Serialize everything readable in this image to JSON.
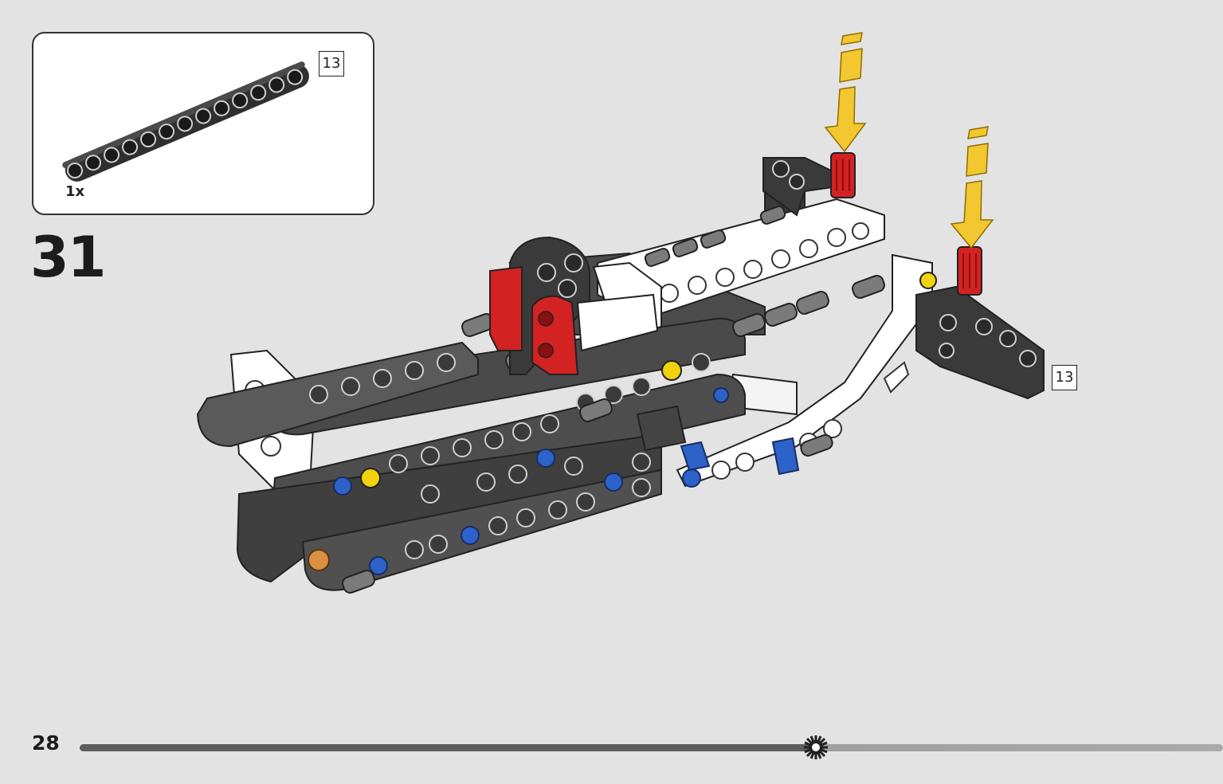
{
  "parts_box": {
    "length_label": "13",
    "quantity": "1x"
  },
  "step": {
    "number": "31",
    "part_length_label": "13"
  },
  "footer": {
    "page_number": "28",
    "progress": 0.644
  },
  "colors": {
    "background": "#e3e3e3",
    "beam_dark": "#3a3a3a",
    "beam_white": "#ffffff",
    "pin_red": "#d32222",
    "axle_blue": "#2c62c9",
    "pin_yellow": "#f1d20b",
    "arrow_yellow": "#f2c730"
  },
  "icons": {
    "progress_marker": "gear-icon",
    "placement_arrows": "arrow-down-icon"
  }
}
